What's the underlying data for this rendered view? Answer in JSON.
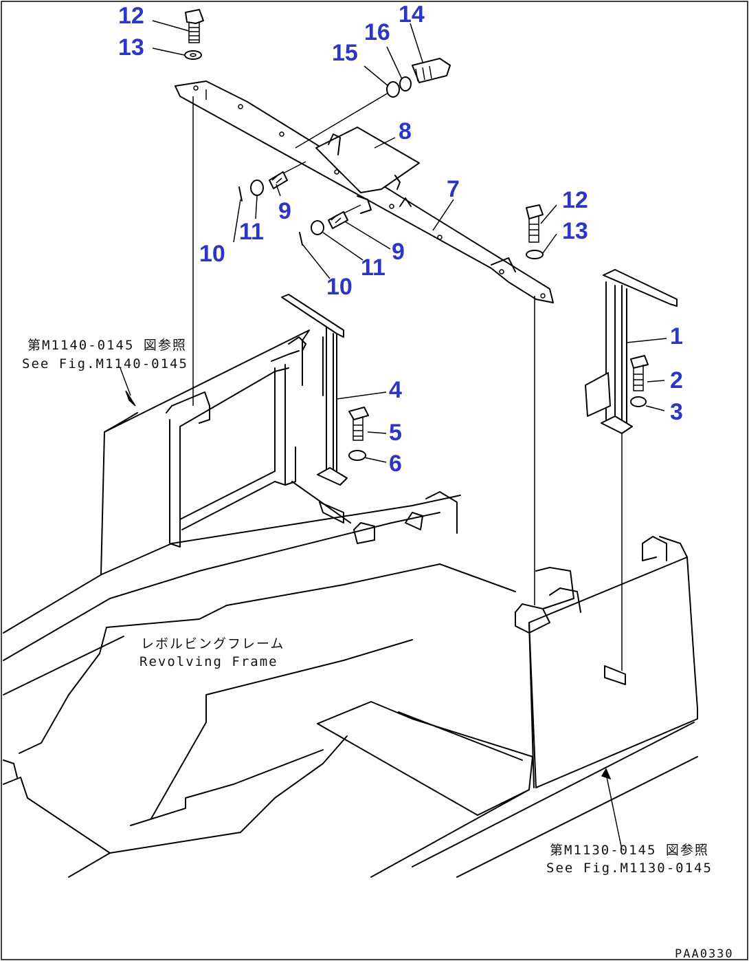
{
  "diagram": {
    "callouts": [
      "1",
      "2",
      "3",
      "4",
      "5",
      "6",
      "7",
      "8",
      "9",
      "9",
      "10",
      "10",
      "11",
      "11",
      "12",
      "12",
      "13",
      "13",
      "14",
      "15",
      "16"
    ],
    "references": {
      "left_ref_jp": "第M1140-0145 図参照",
      "left_ref_en": "See Fig.M1140-0145",
      "right_ref_jp": "第M1130-0145 図参照",
      "right_ref_en": "See Fig.M1130-0145"
    },
    "frame_label": {
      "jp": "レボルビングフレーム",
      "en": "Revolving Frame"
    },
    "drawing_code": "PAA0330"
  },
  "colors": {
    "callout": "#2b35c8",
    "line": "#000000",
    "background": "#ffffff"
  }
}
